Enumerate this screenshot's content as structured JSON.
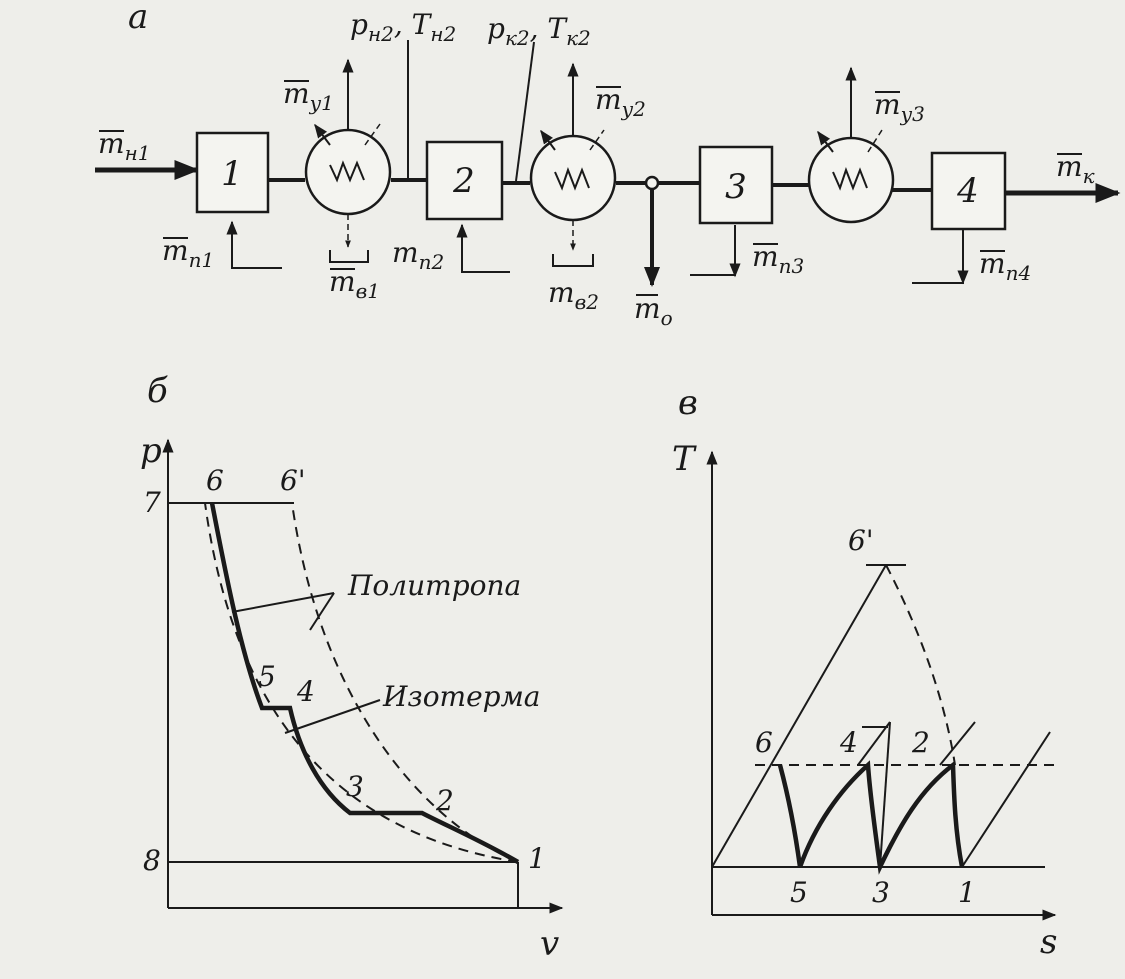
{
  "panels": {
    "a": "a",
    "b": "б",
    "c": "в"
  },
  "scheme": {
    "inlet": {
      "base": "m",
      "sub": "н1"
    },
    "outlet": {
      "base": "m",
      "sub": "к"
    },
    "stages": [
      "1",
      "2",
      "3",
      "4"
    ],
    "intake_labels": [
      {
        "base": "m",
        "sub": "п1"
      },
      {
        "base": "m",
        "sub": "п2"
      },
      {
        "base": "m",
        "sub": "п3"
      },
      {
        "base": "m",
        "sub": "п4"
      }
    ],
    "leak_labels": [
      {
        "base": "m",
        "sub": "у1"
      },
      {
        "base": "m",
        "sub": "у2"
      },
      {
        "base": "m",
        "sub": "у3"
      }
    ],
    "water_labels": [
      {
        "base": "m",
        "sub": "в1"
      },
      {
        "base": "m",
        "sub": "в2"
      }
    ],
    "offtake": {
      "base": "m",
      "sub": "о"
    },
    "state_after_1": {
      "p": "p",
      "p_sub": "н2",
      "T": "T",
      "T_sub": "н2"
    },
    "state_after_2": {
      "p": "p",
      "p_sub": "к2",
      "T": "T",
      "T_sub": "к2"
    }
  },
  "pv_diagram": {
    "y_axis": "p",
    "x_axis": "v",
    "point_labels": [
      "1",
      "2",
      "3",
      "4",
      "5",
      "6",
      "6'",
      "7",
      "8"
    ],
    "polytrope_label": "Политропа",
    "isotherm_label": "Изотерма"
  },
  "ts_diagram": {
    "y_axis": "T",
    "x_axis": "s",
    "point_labels": [
      "1",
      "2",
      "3",
      "4",
      "5",
      "6",
      "6'"
    ]
  }
}
